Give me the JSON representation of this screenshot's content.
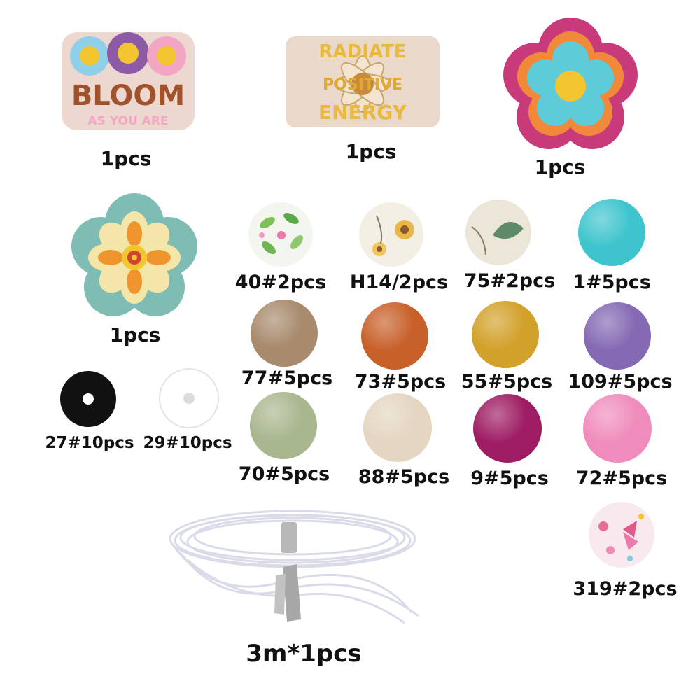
{
  "charms": {
    "bloom": {
      "line1": "BLOOM",
      "line2": "AS YOU ARE",
      "qty": "1pcs"
    },
    "radiate": {
      "word1": "RADIATE",
      "word2": "POSITIVE",
      "word3": "ENERGY",
      "qty": "1pcs"
    },
    "flower_pink": {
      "qty": "1pcs"
    },
    "flower_teal": {
      "qty": "1pcs"
    }
  },
  "beads": [
    {
      "label": "40#2pcs",
      "color": "#f3f6ee",
      "pattern": "green-leaves"
    },
    {
      "label": "H14/2pcs",
      "color": "#f4efe4",
      "pattern": "sunflowers"
    },
    {
      "label": "75#2pcs",
      "color": "#ece6d8",
      "pattern": "leaf"
    },
    {
      "label": "1#5pcs",
      "color": "#3ec4cd"
    },
    {
      "label": "77#5pcs",
      "color": "#a88a6c"
    },
    {
      "label": "73#5pcs",
      "color": "#c8602a"
    },
    {
      "label": "55#5pcs",
      "color": "#d2a12a"
    },
    {
      "label": "109#5pcs",
      "color": "#8469b3"
    },
    {
      "label": "70#5pcs",
      "color": "#a9b78f"
    },
    {
      "label": "88#5pcs",
      "color": "#e4d6c0"
    },
    {
      "label": "9#5pcs",
      "color": "#9e1c63"
    },
    {
      "label": "72#5pcs",
      "color": "#f08cbc"
    },
    {
      "label": "319#2pcs",
      "color": "#f7e9ee",
      "pattern": "butterflies"
    }
  ],
  "spacers": [
    {
      "label": "27#10pcs",
      "color": "#111111"
    },
    {
      "label": "29#10pcs",
      "color": "#ffffff"
    }
  ],
  "cord": {
    "label": "3m*1pcs"
  }
}
